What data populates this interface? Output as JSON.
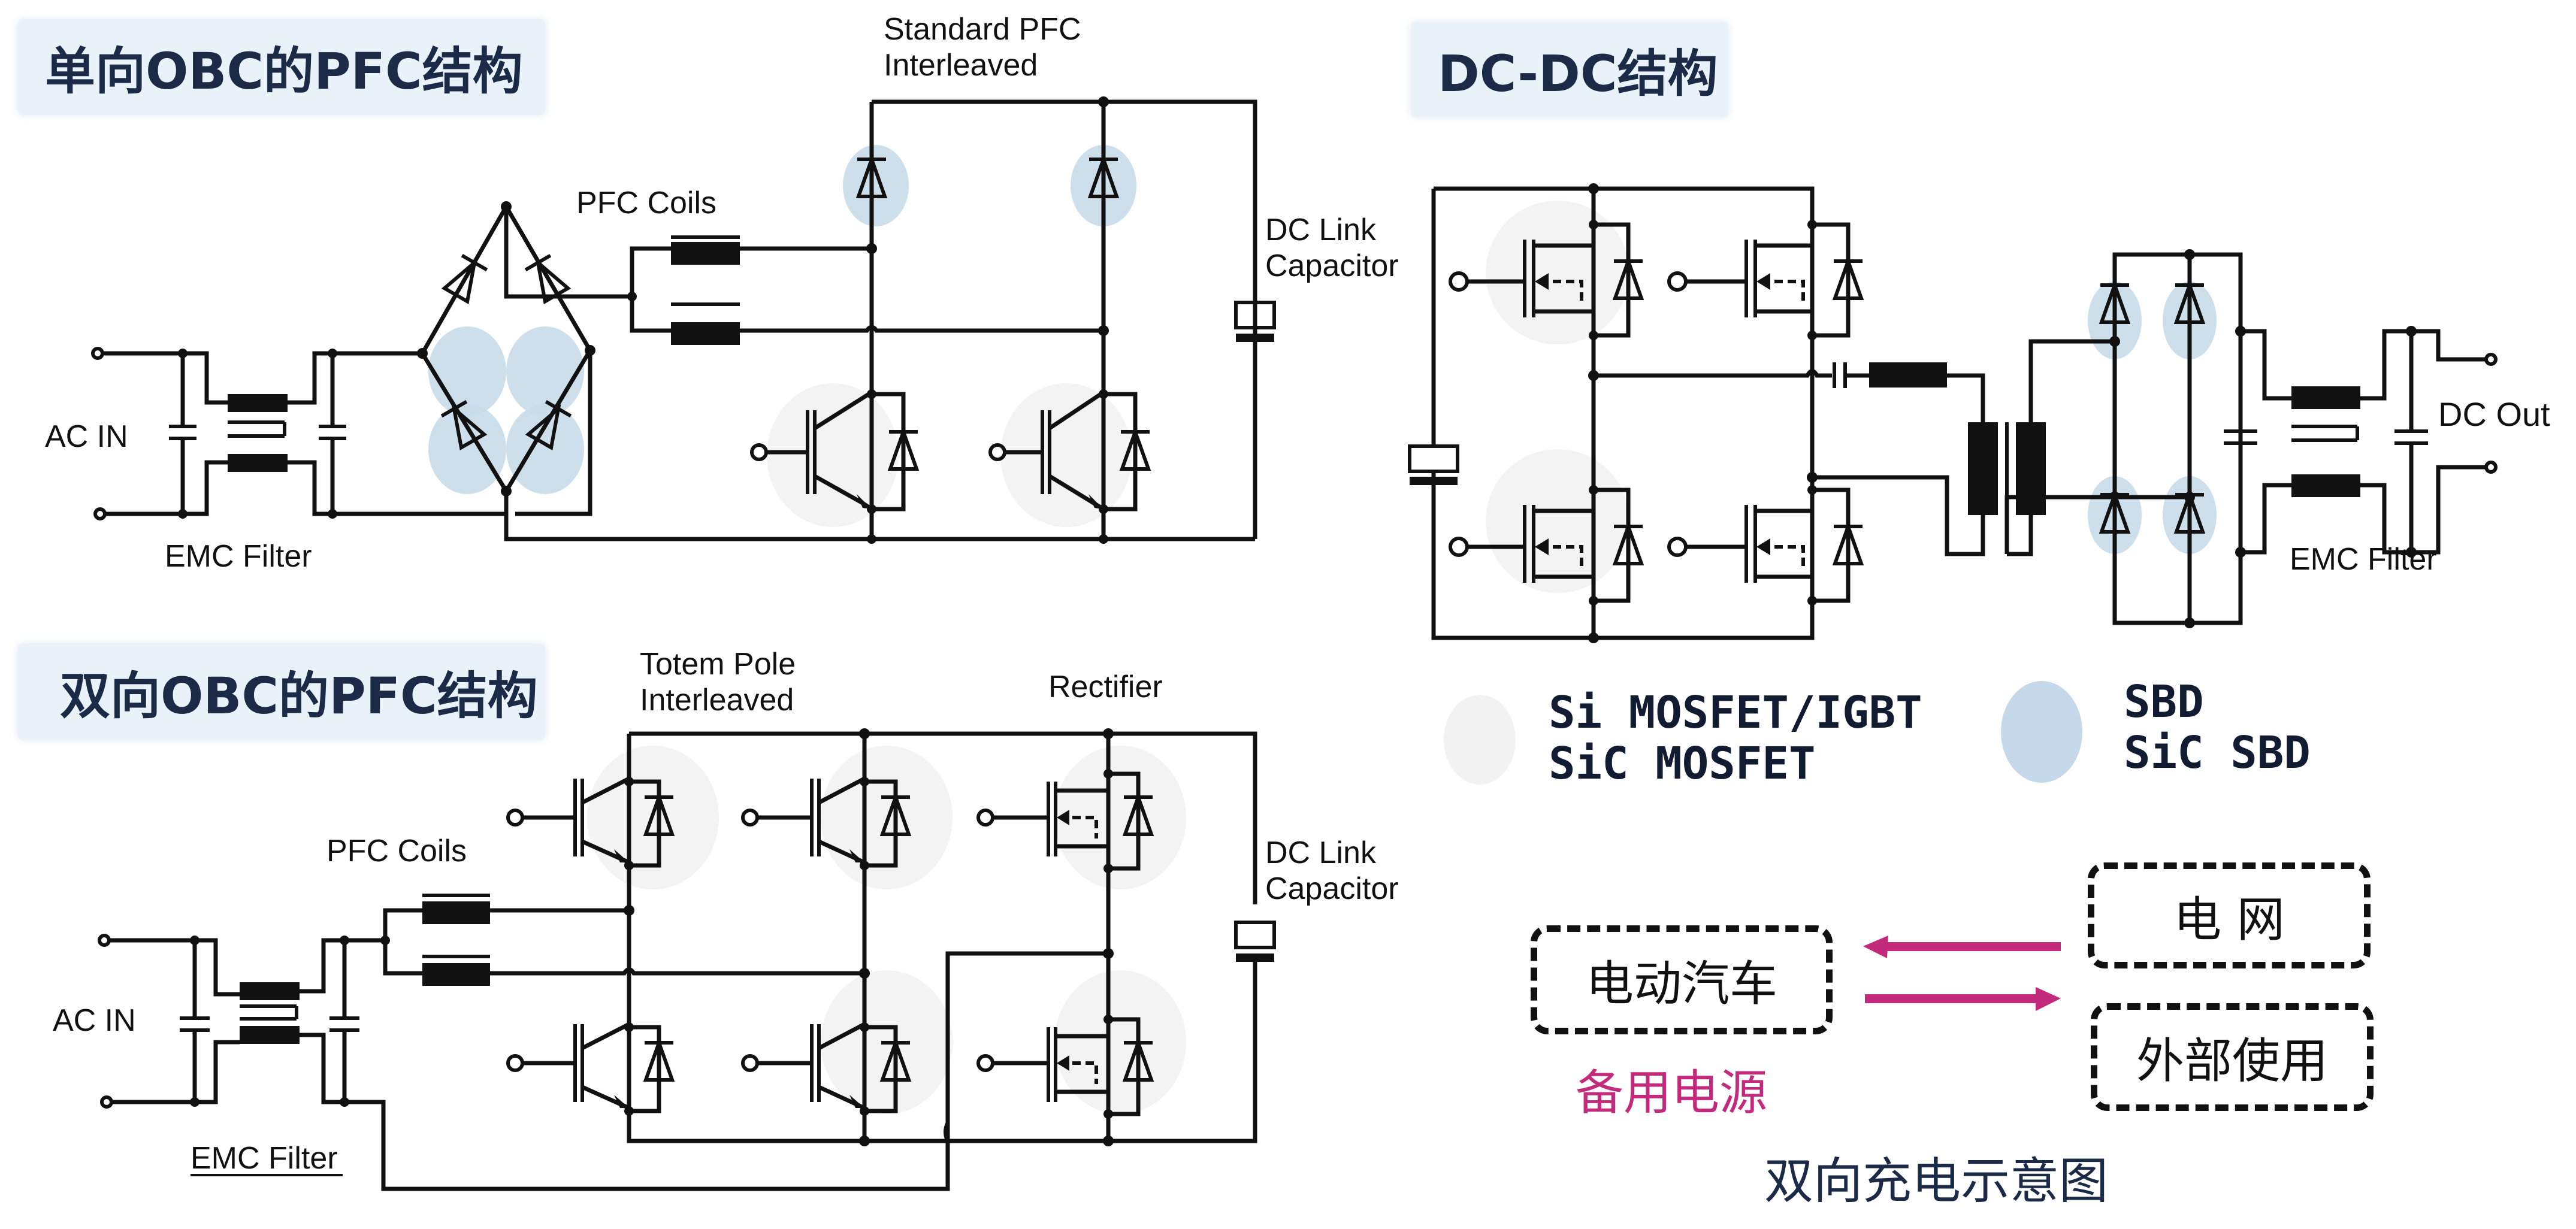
{
  "sections": {
    "unidirectional": {
      "title": "单向OBC的PFC结构",
      "labels": {
        "ac_in": "AC IN",
        "emc_filter": "EMC Filter",
        "pfc_coils": "PFC Coils",
        "topology_line1": "Standard PFC",
        "topology_line2": "Interleaved",
        "dc_link_line1": "DC Link",
        "dc_link_line2": "Capacitor"
      }
    },
    "bidirectional": {
      "title": "双向OBC的PFC结构",
      "labels": {
        "ac_in": "AC IN",
        "emc_filter": "EMC Filter",
        "pfc_coils": "PFC Coils",
        "topology_line1": "Totem Pole",
        "topology_line2": "Interleaved",
        "rectifier": "Rectifier",
        "dc_link_line1": "DC Link",
        "dc_link_line2": "Capacitor"
      }
    },
    "dcdc": {
      "title": "DC-DC结构",
      "labels": {
        "dc_out": "DC Out",
        "emc_filter": "EMC Filter"
      }
    }
  },
  "legend": {
    "switch": {
      "swatch_color": "#f2f2f2",
      "line1": "Si MOSFET/IGBT",
      "line2": "SiC MOSFET"
    },
    "diode": {
      "swatch_color": "#c6d9ea",
      "line1": "SBD",
      "line2": "SiC SBD"
    }
  },
  "bidirectional_charging": {
    "ev": "电动汽车",
    "grid": "电 网",
    "external": "外部使用",
    "backup_power": "备用电源",
    "caption": "双向充电示意图",
    "arrow_color": "#c42a7c",
    "arrows": [
      "grid-to-ev",
      "ev-to-external"
    ]
  }
}
